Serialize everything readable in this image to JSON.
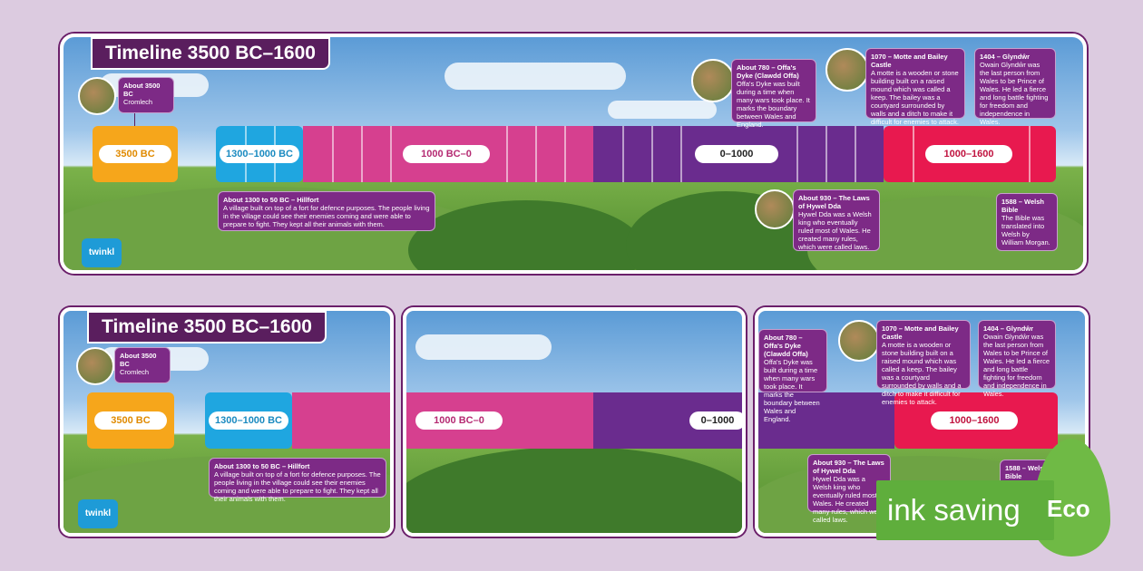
{
  "title": "Timeline 3500 BC–1600",
  "periods": {
    "p3500": "3500 BC",
    "p1300": "1300–1000 BC",
    "p1000bc": "1000 BC–0",
    "p0": "0–1000",
    "p1000": "1000–1600"
  },
  "events": {
    "cromlech": {
      "heading": "About 3500 BC",
      "text": "Cromlech"
    },
    "hillfort": {
      "heading": "About 1300 to 50 BC – Hillfort",
      "text": "A village built on top of a fort for defence purposes. The people living in the village could see their enemies coming and were able to prepare to fight. They kept all their animals with them."
    },
    "offa": {
      "heading": "About 780 – Offa's Dyke (Clawdd Offa)",
      "text": "Offa's Dyke was built during a time when many wars took place. It marks the boundary between Wales and England."
    },
    "motte": {
      "heading": "1070 – Motte and Bailey Castle",
      "text": "A motte is a wooden or stone building built on a raised mound which was called a keep. The bailey was a courtyard surrounded by walls and a ditch to make it difficult for enemies to attack."
    },
    "hywel": {
      "heading": "About 930 – The Laws of Hywel Dda",
      "text": "Hywel Dda was a Welsh king who eventually ruled most of Wales. He created many rules, which were called laws."
    },
    "glyndwr": {
      "heading": "1404 – Glyndŵr",
      "text": "Owain Glyndŵr was the last person from Wales to be Prince of Wales. He led a fierce and long battle fighting for freedom and independence in Wales."
    },
    "bible": {
      "heading": "1588 – Welsh Bible",
      "text": "The Bible was translated into Welsh by William Morgan."
    }
  },
  "logo": "twinkl",
  "badge": {
    "label": "ink saving",
    "eco": "Eco"
  },
  "colors": {
    "orange": "#f6a61b",
    "blue": "#1fa6e0",
    "pink": "#d6408f",
    "purple": "#6a2c8e",
    "red": "#e8194f"
  }
}
